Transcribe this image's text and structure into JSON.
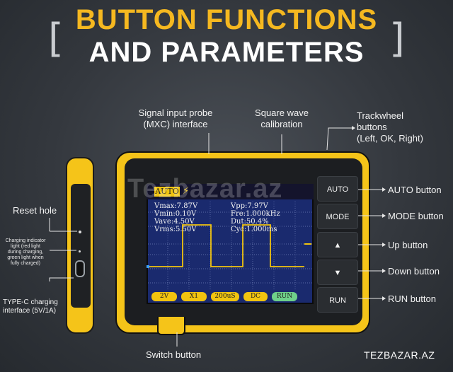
{
  "title": {
    "line1": "BUTTON FUNCTIONS",
    "line2": "AND PARAMETERS"
  },
  "labels": {
    "probe": "Signal input probe\n(MXC) interface",
    "square": "Square wave\ncalibration",
    "trackwheel": "Trackwheel\nbuttons\n(Left, OK, Right)",
    "reset": "Reset hole",
    "charging_indicator": "Charging indicator\nlight (red light\nduring charging,\ngreen light when\nfully charged)",
    "typec": "TYPE-C charging\ninterface (5V/1A)",
    "switch": "Switch button",
    "auto_btn": "AUTO button",
    "mode_btn": "MODE button",
    "up_btn": "Up button",
    "down_btn": "Down button",
    "run_btn": "RUN button"
  },
  "screen": {
    "mode_tag": "AUTO",
    "measurements": {
      "vmax": "Vmax:7.87V",
      "vpp": "Vpp:7.97V",
      "vmin": "Vmin:0.10V",
      "fre": "Fre:1.000kHz",
      "vave": "Vave:4.50V",
      "dut": "Dut:50.4%",
      "vrms": "Vrms:5.50V",
      "cyc": "Cyc:1.000ms"
    },
    "bottom_buttons": [
      "2V",
      "X1",
      "200uS",
      "DC",
      "RUN"
    ]
  },
  "keys": {
    "auto": "AUTO",
    "mode": "MODE",
    "up": "▲",
    "down": "▼",
    "run": "RUN"
  },
  "watermark": {
    "center": "Tezbazar.az",
    "corner": "TEZBAZAR.AZ"
  },
  "colors": {
    "accent": "#f5b820",
    "device_yellow": "#f5c419",
    "screen_blue": "#1a2a6e",
    "wave_yellow": "#f1c40f"
  }
}
